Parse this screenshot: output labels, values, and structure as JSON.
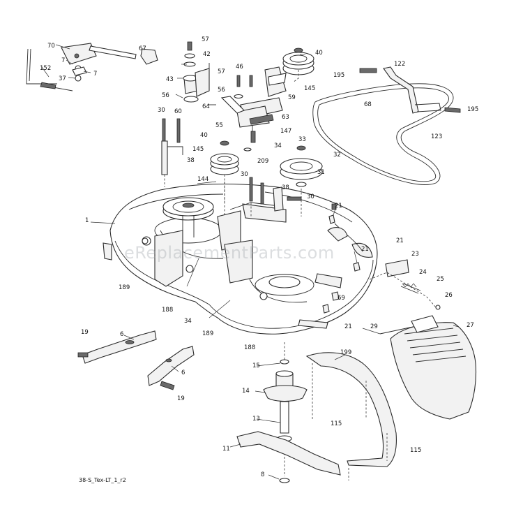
{
  "drawing_number": "38-S_Tex-LT_1_r2",
  "watermark": "eReplacementParts.com",
  "callouts": {
    "c70": "70",
    "c67": "67",
    "c7a": "7",
    "c7b": "7",
    "c152": "152",
    "c37": "37",
    "c57a": "57",
    "c42": "42",
    "c43": "43",
    "c56a": "56",
    "c60": "60",
    "c57b": "57",
    "c46": "46",
    "c56b": "56",
    "c64": "64",
    "c59": "59",
    "c63": "63",
    "c55": "55",
    "c147": "147",
    "c40a": "40",
    "c145a": "145",
    "c195a": "195",
    "c122": "122",
    "c68": "68",
    "c195b": "195",
    "c123": "123",
    "c30a": "30",
    "c38a": "38",
    "c40b": "40",
    "c145b": "145",
    "c34a": "34",
    "c209": "209",
    "c33": "33",
    "c32": "32",
    "c31": "31",
    "c144": "144",
    "c30b": "30",
    "c38b": "38",
    "c30c": "30",
    "c21a": "21",
    "c1": "1",
    "c21b": "21",
    "c21c": "21",
    "c23": "23",
    "c24": "24",
    "c25": "25",
    "c26": "26",
    "c69": "69",
    "c189a": "189",
    "c188a": "188",
    "c34b": "34",
    "c189b": "189",
    "c188b": "188",
    "c21d": "21",
    "c27": "27",
    "c29": "29",
    "c19a": "19",
    "c6a": "6",
    "c6b": "6",
    "c19b": "19",
    "c15": "15",
    "c14": "14",
    "c13": "13",
    "c11": "11",
    "c8": "8",
    "c199": "199",
    "c115a": "115",
    "c115b": "115"
  }
}
